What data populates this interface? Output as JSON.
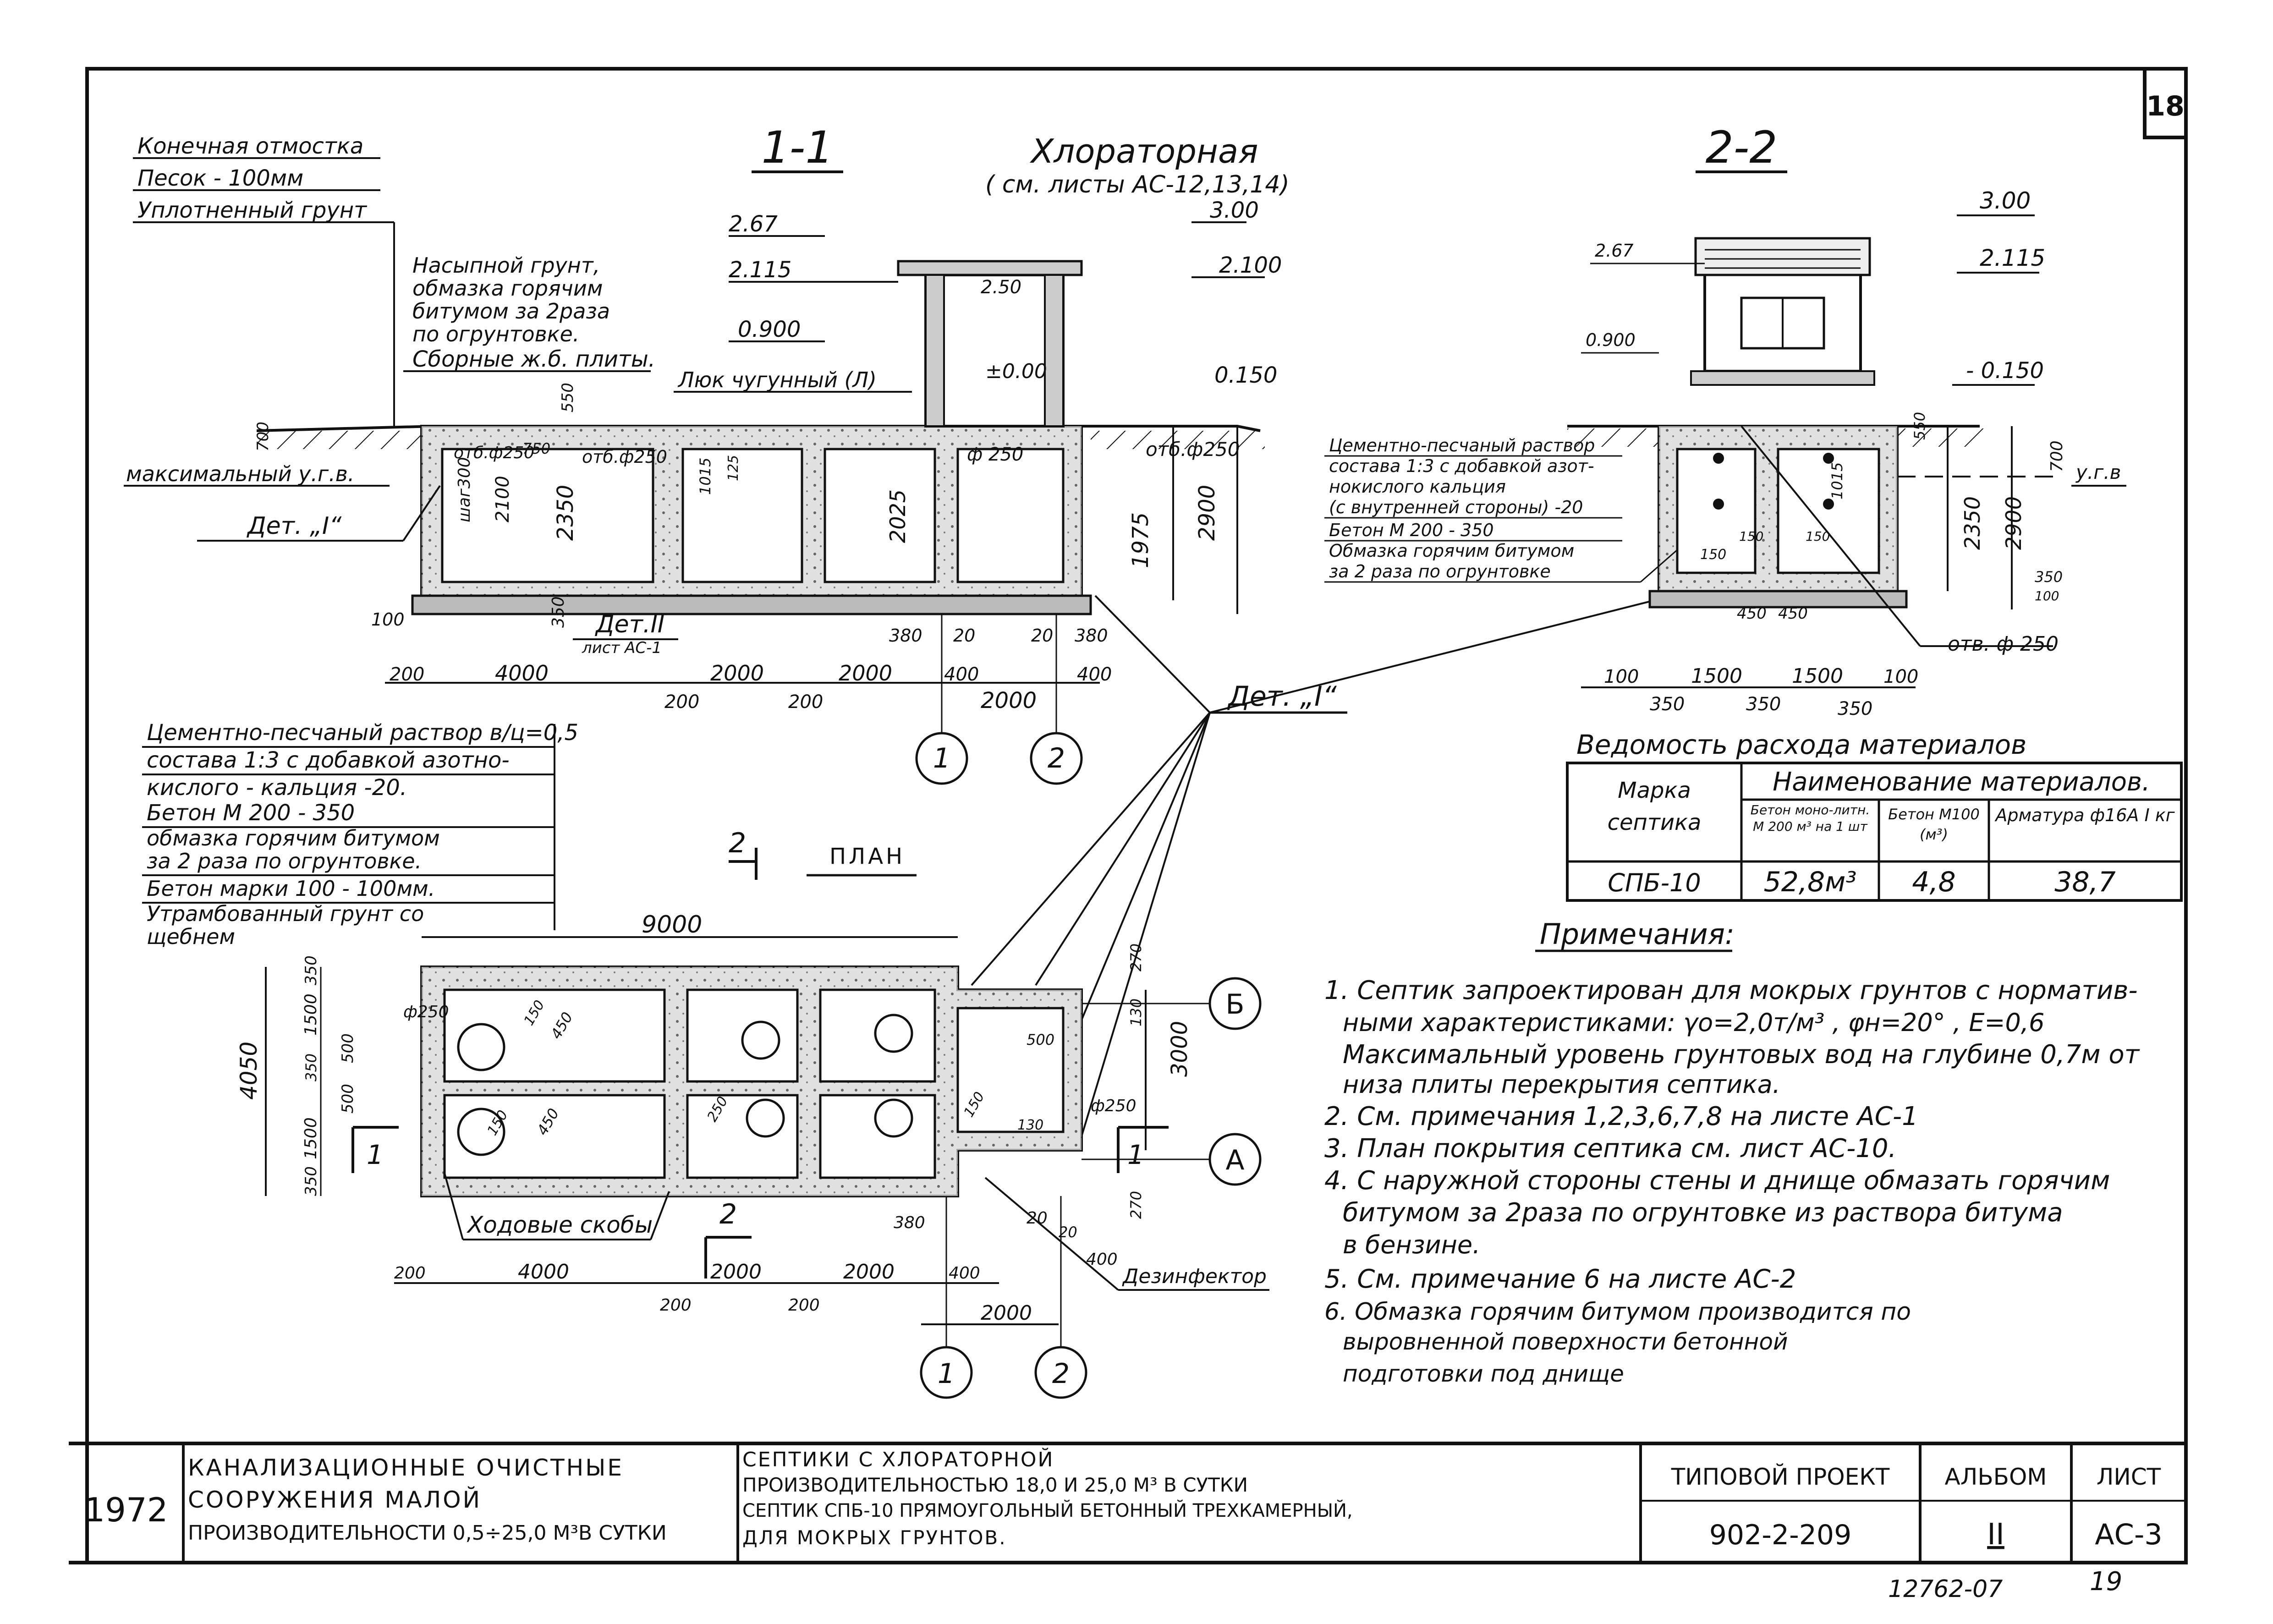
{
  "sheet_number": "18",
  "section_1": {
    "title": "1-1",
    "chlorinator_title": "Хлораторная",
    "chlorinator_ref": "( см. листы АС-12,13,14)",
    "layers": [
      "Конечная отмостка",
      "Песок - 100мм",
      "Уплотненный грунт"
    ],
    "fill_note": [
      "Насыпной грунт,",
      "обмазка горячим",
      "битумом за 2раза",
      "по огрунтовке."
    ],
    "slabs_note": "Сборные ж.б. плиты.",
    "hatch_label": "Люк чугунный (Л)",
    "gw_label": "максимальный у.г.в.",
    "det_1_label": "Дет. „I“",
    "det_2_label": "Дет.II",
    "det_2_ref": "лист АС-1",
    "hole_label": "отб.ф250",
    "hole_label2": "отб.ф250",
    "pipe_label": "ф 250",
    "step_label": "шаг300",
    "elev_267": "2.67",
    "elev_2115": "2.115",
    "elev_0900": "0.900",
    "elev_000": "±0.00",
    "elev_300": "3.00",
    "elev_2100": "2.100",
    "elev_0150": "0.150",
    "dim_250": "2.50",
    "dims_vert": [
      "2100",
      "2350",
      "2025",
      "1975",
      "2900",
      "550",
      "700",
      "1015",
      "125",
      "750"
    ],
    "dims_bottom": [
      "200",
      "4000",
      "200",
      "2000",
      "200",
      "2000",
      "400",
      "2000",
      "380",
      "20",
      "20",
      "380",
      "400",
      "100",
      "350"
    ]
  },
  "notes_block": {
    "lines": [
      "Цементно-песчаный раствор в/ц=0,5",
      "состава 1:3 с добавкой азотно-",
      "кислого - кальция -20.",
      "Бетон М 200 - 350",
      "обмазка горячим битумом",
      "за 2 раза по огрунтовке.",
      "Бетон марки 100 - 100мм.",
      "Утрамбованный грунт со",
      "щебнем"
    ]
  },
  "det_1_main": "Дет. „I“",
  "section_2": {
    "title": "2-2",
    "notes": [
      "Цементно-песчаный раствор",
      "состава 1:3 с добавкой азот-",
      "нокислого кальция",
      "(с внутренней стороны) -20",
      "Бетон М 200 - 350",
      "Обмазка горячим битумом",
      "за 2 раза по огрунтовке"
    ],
    "elev_300": "3.00",
    "elev_2115": "2.115",
    "elev_267": "2.67",
    "elev_0900": "0.900",
    "elev_0150": "- 0.150",
    "gw": "у.г.в",
    "hole": "отв. ф 250",
    "dims": [
      "100",
      "1500",
      "1500",
      "100",
      "350",
      "350",
      "350",
      "450",
      "450",
      "150",
      "150",
      "150",
      "2350",
      "2900",
      "700",
      "550",
      "1015",
      "350",
      "100"
    ]
  },
  "plan": {
    "title": "ПЛАН",
    "cut_mark": "2",
    "overall_len": "9000",
    "overall_width": "4050",
    "right_width": "3000",
    "axis_b": "Б",
    "axis_a": "А",
    "axis_1": "1",
    "axis_2": "2",
    "cut_1": "1",
    "brackets": "Ходовые скобы",
    "disinfector": "Дезинфектор",
    "pipe_label": "ф250",
    "pipe_label2": "ф250",
    "dims_left": [
      "350",
      "1500",
      "500",
      "350",
      "500",
      "1500",
      "350"
    ],
    "dims_inner": [
      "150",
      "450",
      "150",
      "450",
      "250",
      "500",
      "150",
      "130"
    ],
    "dims_right": [
      "270",
      "130",
      "270"
    ],
    "dims_bottom": [
      "200",
      "4000",
      "200",
      "2000",
      "200",
      "2000",
      "400",
      "380",
      "20",
      "20",
      "400",
      "2000"
    ]
  },
  "materials": {
    "title": "Ведомость расхода материалов",
    "col_mark": "Марка септика",
    "col_group": "Наименование материалов.",
    "col_a": "Бетон моно-литн. М 200 м³ на 1 шт",
    "col_b": "Бетон М100 (м³)",
    "col_c": "Арматура ф16А I кг",
    "row_mark": "СПБ-10",
    "row_a": "52,8м³",
    "row_b": "4,8",
    "row_c": "38,7"
  },
  "remarks": {
    "title": "Примечания:",
    "lines": [
      "1. Септик запроектирован для мокрых грунтов с норматив-",
      "ными характеристиками: γо=2,0т/м³ , φн=20° , Е=0,6",
      "Максимальный уровень грунтовых вод на глубине 0,7м от",
      "низа плиты перекрытия септика.",
      "2. См. примечания 1,2,3,6,7,8 на листе АС-1",
      "3. План покрытия септика см. лист АС-10.",
      "4. С наружной стороны стены и днище обмазать горячим",
      "битумом за 2раза по огрунтовке из раствора битума",
      "в бензине.",
      "5. См. примечание 6 на листе АС-2",
      "6. Обмазка горячим битумом производится по",
      "выровненной поверхности бетонной",
      "подготовки под днище"
    ]
  },
  "title_block": {
    "year": "1972",
    "project_name": [
      "КАНАЛИЗАЦИОННЫЕ ОЧИСТНЫЕ",
      "СООРУЖЕНИЯ МАЛОЙ",
      "ПРОИЗВОДИТЕЛЬНОСТИ 0,5÷25,0 М³В СУТКИ"
    ],
    "sheet_desc": [
      "СЕПТИКИ С ХЛОРАТОРНОЙ",
      "ПРОИЗВОДИТЕЛЬНОСТЬЮ 18,0 И 25,0 М³ В СУТКИ",
      "СЕПТИК СПБ-10 ПРЯМОУГОЛЬНЫЙ БЕТОННЫЙ ТРЕХКАМЕРНЫЙ,",
      "ДЛЯ МОКРЫХ ГРУНТОВ."
    ],
    "typical_project_label": "ТИПОВОЙ ПРОЕКТ",
    "typical_project_value": "902-2-209",
    "album_label": "АЛЬБОМ",
    "album_value": "II",
    "sheet_label": "ЛИСТ",
    "sheet_value": "АС-3"
  },
  "footer_code": "12762-07",
  "footer_page": "19"
}
